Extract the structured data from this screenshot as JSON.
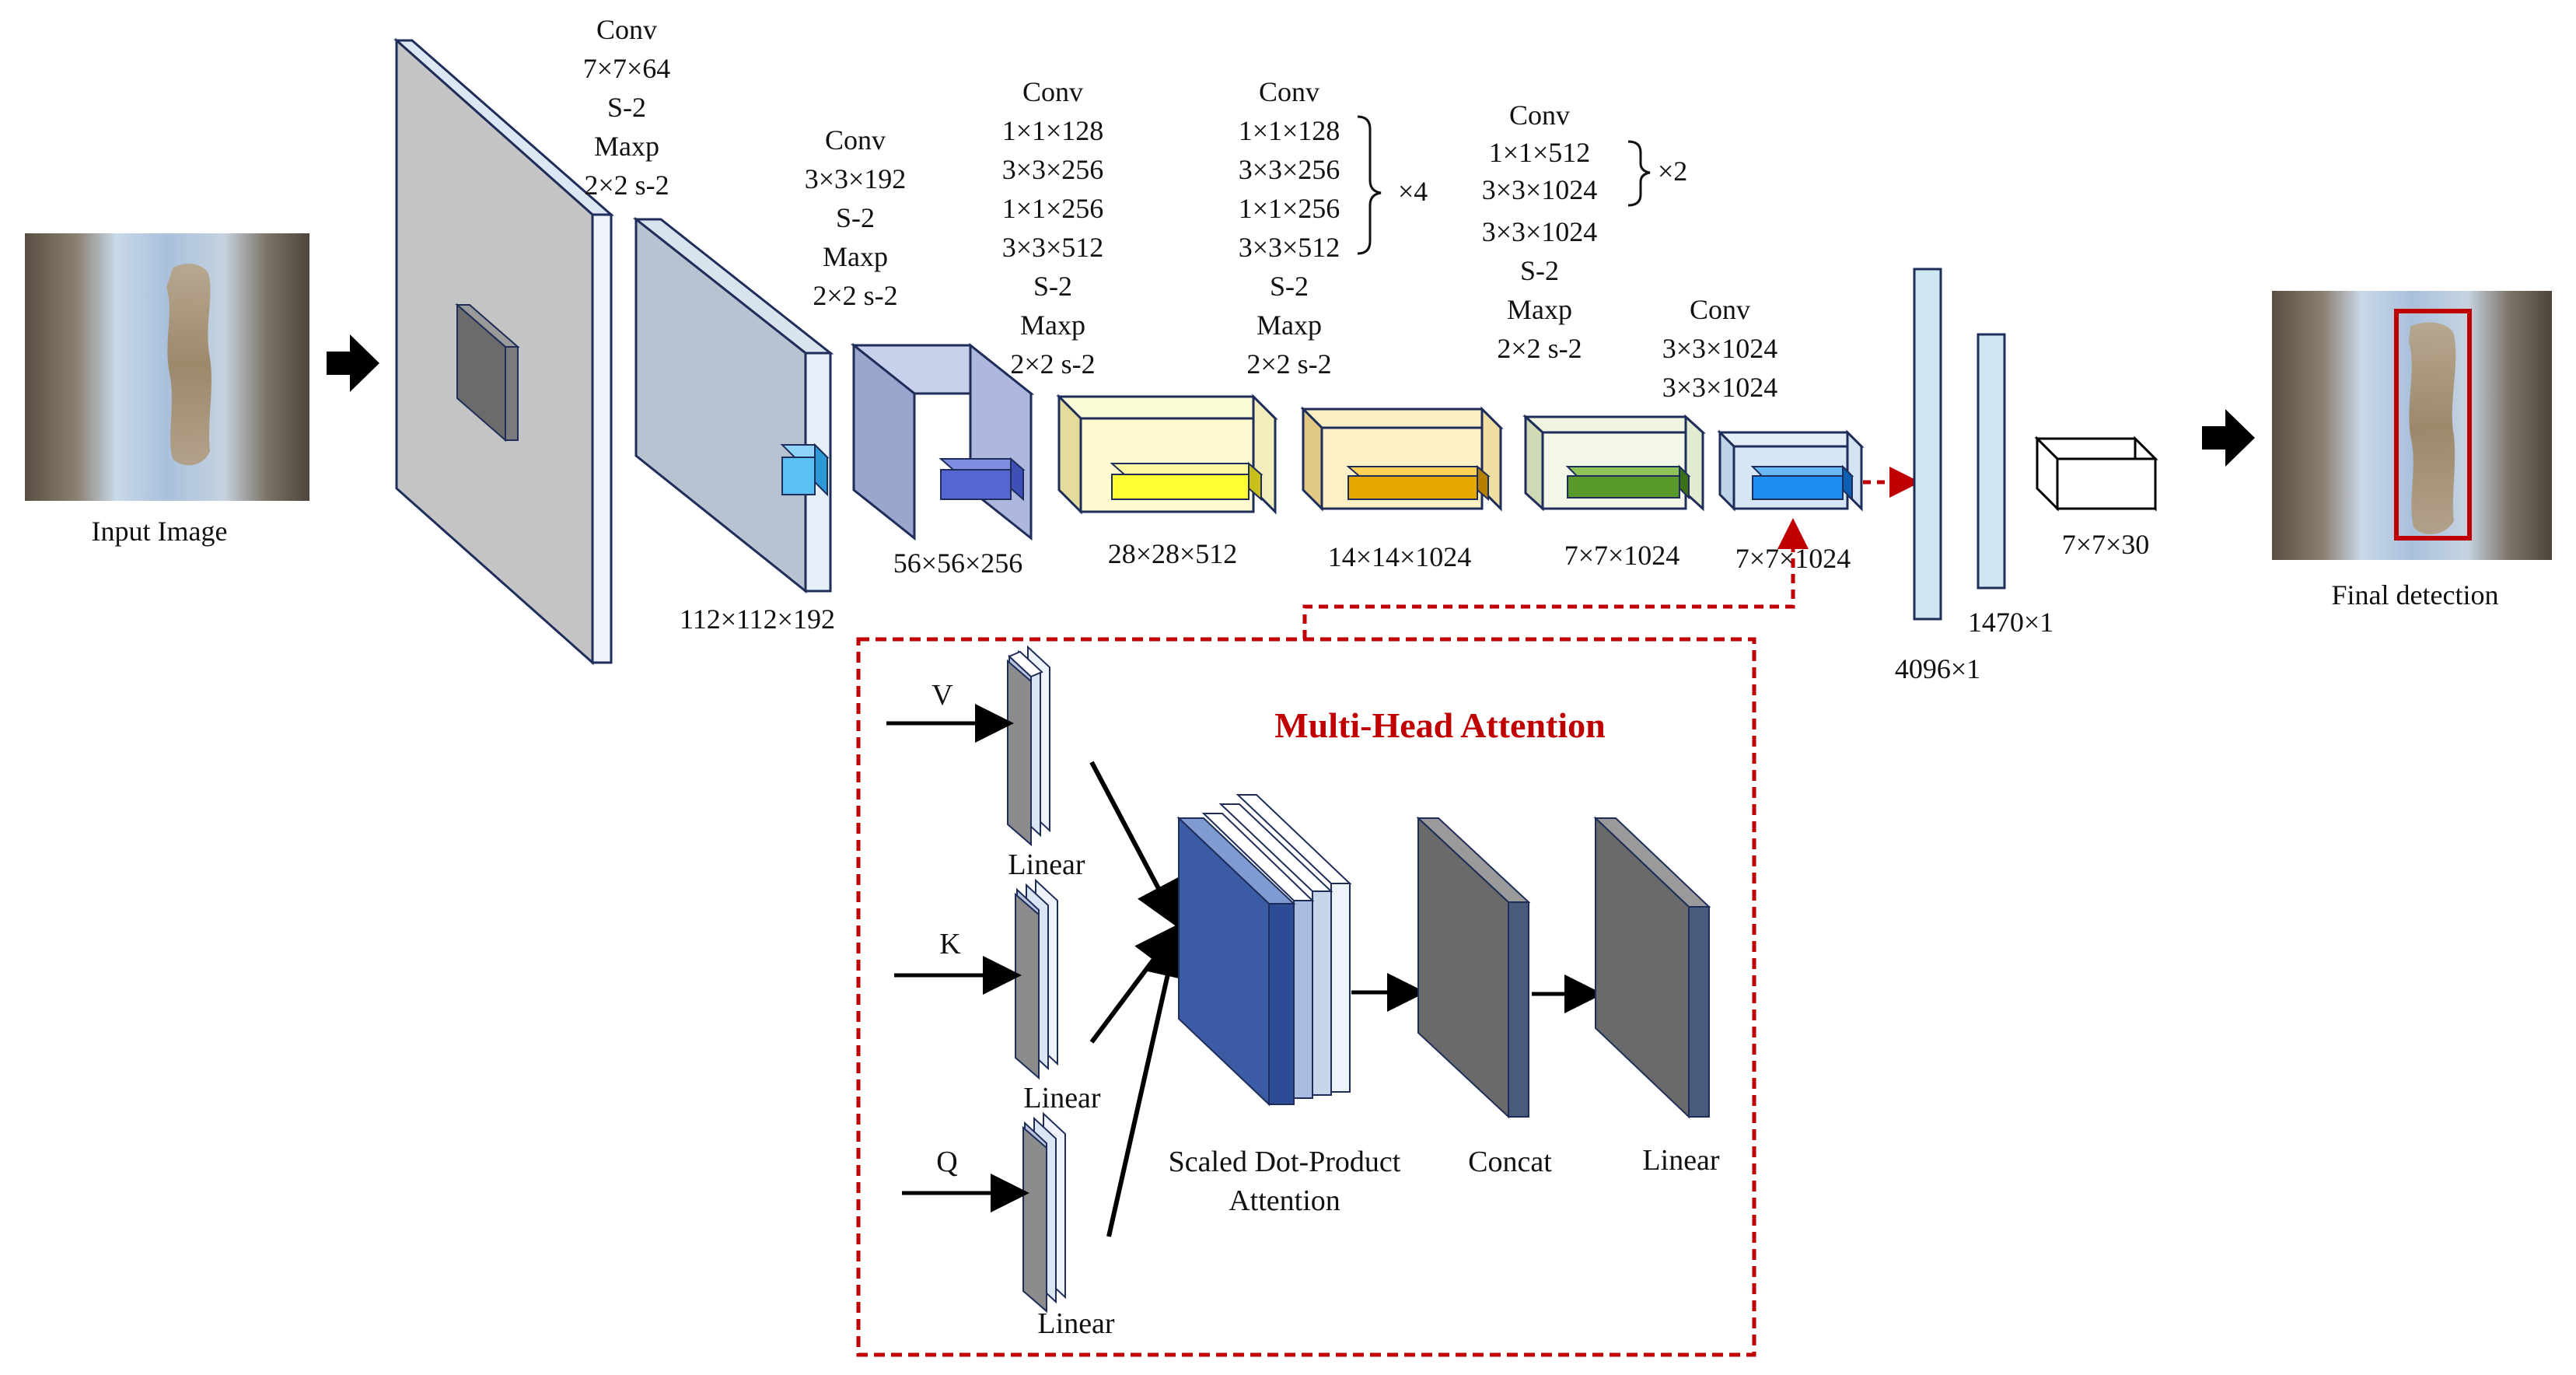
{
  "colors": {
    "block_stroke": "#1f2d5a",
    "attention_red": "#c00000",
    "attention_blue": "#3b5ba5",
    "yellow_inner": "#ffff33",
    "orange_inner": "#e6a800",
    "green_inner": "#5a9a2a",
    "blue_inner": "#1e8ef0",
    "cyan_inner": "#47b8f0"
  },
  "input": {
    "label": "Input Image"
  },
  "output": {
    "label": "Final detection"
  },
  "stages": [
    {
      "id": "s1",
      "conv": [
        "Conv",
        "7×7×64",
        "S-2",
        "Maxp",
        "2×2 s-2"
      ],
      "size": ""
    },
    {
      "id": "s2",
      "conv": [
        "Conv",
        "3×3×192",
        "S-2",
        "Maxp",
        "2×2 s-2"
      ],
      "size": "112×112×192"
    },
    {
      "id": "s3",
      "conv": [
        "Conv",
        "1×1×128",
        "3×3×256",
        "1×1×256",
        "3×3×512",
        "S-2",
        "Maxp",
        "2×2 s-2"
      ],
      "size": "56×56×256"
    },
    {
      "id": "s4",
      "conv": [
        "Conv",
        "1×1×128",
        "3×3×256",
        "1×1×256",
        "3×3×512",
        "S-2",
        "Maxp",
        "2×2 s-2"
      ],
      "repeat": "×4",
      "size": "28×28×512"
    },
    {
      "id": "s5",
      "conv": [
        "Conv",
        "1×1×512",
        "3×3×1024",
        "3×3×1024",
        "S-2",
        "Maxp",
        "2×2 s-2"
      ],
      "repeat": "×2",
      "size": "14×14×1024"
    },
    {
      "id": "s6",
      "conv": [
        "Conv",
        "3×3×1024",
        "3×3×1024"
      ],
      "size": "7×7×1024"
    },
    {
      "id": "s7",
      "size": "7×7×1024"
    }
  ],
  "fc": [
    {
      "size": "4096×1"
    },
    {
      "size": "1470×1"
    },
    {
      "size": "7×7×30"
    }
  ],
  "attention": {
    "title": "Multi-Head Attention",
    "inputs": [
      "V",
      "K",
      "Q"
    ],
    "linear_label": "Linear",
    "sdpa_label": [
      "Scaled Dot-Product",
      "Attention"
    ],
    "concat_label": "Concat",
    "final_linear_label": "Linear"
  }
}
